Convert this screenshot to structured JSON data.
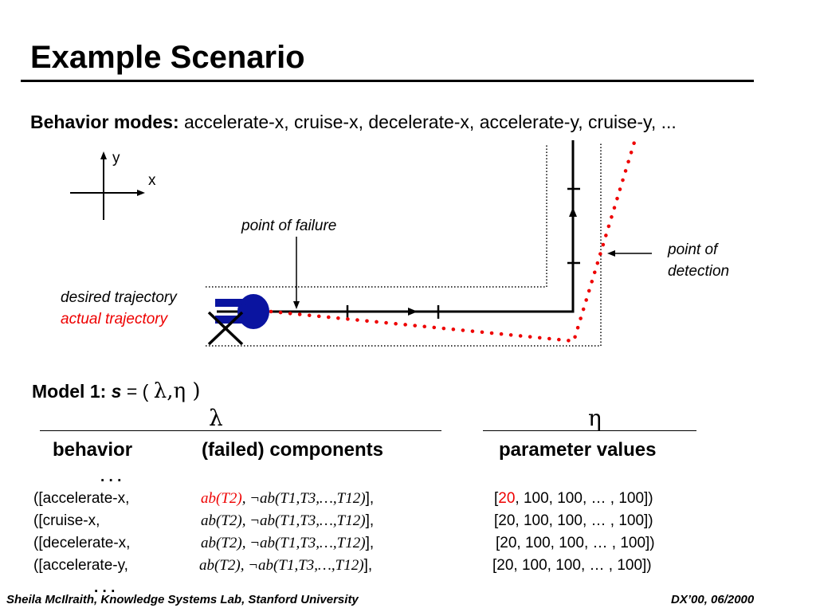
{
  "title": "Example Scenario",
  "behavior_modes": {
    "label": "Behavior modes:",
    "text": "accelerate-x, cruise-x, decelerate-x, accelerate-y, cruise-y, ..."
  },
  "axes": {
    "y": "y",
    "x": "x"
  },
  "labels": {
    "point_of_failure": "point of failure",
    "point_of_detection_1": "point of",
    "point_of_detection_2": "detection",
    "desired_trajectory": "desired trajectory",
    "actual_trajectory": "actual trajectory"
  },
  "model": {
    "label": "Model 1:",
    "var": "s",
    "eq": " = ( ",
    "lambda": "λ",
    "comma": ",",
    "eta": "η",
    "close": " )"
  },
  "group_labels": {
    "lambda": "λ",
    "eta": "η"
  },
  "headers": {
    "behavior": "behavior",
    "components": "(failed) components",
    "params": "parameter values"
  },
  "ellipsis_top": ". . .",
  "ellipsis_bottom": ". . .",
  "rows": [
    {
      "behavior": "([accelerate-x,",
      "comp_first": "ab(T2)",
      "comp_rest": ", ¬ab(T1,T3,…,T12)",
      "comp_close": "],",
      "param_open": "[",
      "param_first": "20",
      "param_rest": ", 100, 100, … , 100])",
      "highlight": true
    },
    {
      "behavior": "([cruise-x,",
      "comp_first": "ab(T2),",
      "comp_rest": " ¬ab(T1,T3,…,T12)",
      "comp_close": "],",
      "param_open": "[",
      "param_first": "20",
      "param_rest": ", 100, 100, … , 100])",
      "highlight": false
    },
    {
      "behavior": "([decelerate-x,",
      "comp_first": "ab(T2),",
      "comp_rest": " ¬ab(T1,T3,…,T12)",
      "comp_close": "],",
      "param_open": "[",
      "param_first": "20",
      "param_rest": ", 100, 100, … , 100])",
      "highlight": false
    },
    {
      "behavior": "([accelerate-y,",
      "comp_first": "ab(T2),",
      "comp_rest": " ¬ab(T1,T3,…,T12)",
      "comp_close": "],",
      "param_open": "[",
      "param_first": "20",
      "param_rest": ", 100, 100, … , 100])",
      "highlight": false
    }
  ],
  "footer": {
    "left": "Sheila McIlraith, Knowledge Systems Lab, Stanford University",
    "right": "DX’00, 06/2000"
  },
  "colors": {
    "accent_red": "#ee0000",
    "robot_blue": "#0a14a0"
  }
}
